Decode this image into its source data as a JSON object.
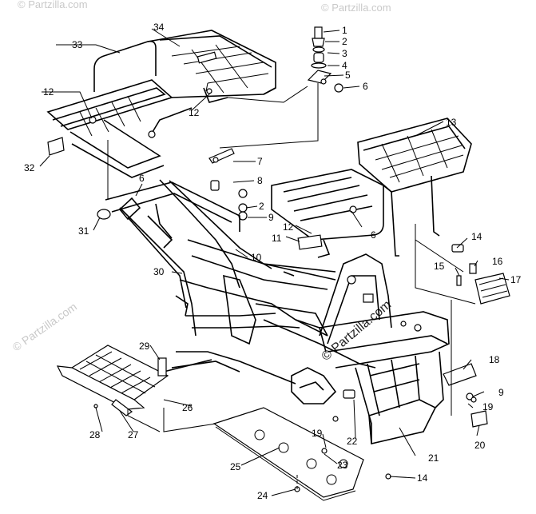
{
  "watermark": {
    "text": "© Partzilla.com",
    "center_text": "© Partzilla.com"
  },
  "callouts": [
    {
      "id": "1",
      "label": "1"
    },
    {
      "id": "2a",
      "label": "2"
    },
    {
      "id": "3",
      "label": "3"
    },
    {
      "id": "4",
      "label": "4"
    },
    {
      "id": "5",
      "label": "5"
    },
    {
      "id": "6a",
      "label": "6"
    },
    {
      "id": "7",
      "label": "7"
    },
    {
      "id": "8",
      "label": "8"
    },
    {
      "id": "2b",
      "label": "2"
    },
    {
      "id": "9a",
      "label": "9"
    },
    {
      "id": "6b",
      "label": "6"
    },
    {
      "id": "6c",
      "label": "6"
    },
    {
      "id": "10",
      "label": "10"
    },
    {
      "id": "11",
      "label": "11"
    },
    {
      "id": "12a",
      "label": "12"
    },
    {
      "id": "12b",
      "label": "12"
    },
    {
      "id": "12c",
      "label": "12"
    },
    {
      "id": "13",
      "label": "13"
    },
    {
      "id": "14a",
      "label": "14"
    },
    {
      "id": "14b",
      "label": "14"
    },
    {
      "id": "15",
      "label": "15"
    },
    {
      "id": "16",
      "label": "16"
    },
    {
      "id": "17",
      "label": "17"
    },
    {
      "id": "18",
      "label": "18"
    },
    {
      "id": "9b",
      "label": "9"
    },
    {
      "id": "19a",
      "label": "19"
    },
    {
      "id": "19b",
      "label": "19"
    },
    {
      "id": "20",
      "label": "20"
    },
    {
      "id": "21",
      "label": "21"
    },
    {
      "id": "22",
      "label": "22"
    },
    {
      "id": "23",
      "label": "23"
    },
    {
      "id": "24",
      "label": "24"
    },
    {
      "id": "25",
      "label": "25"
    },
    {
      "id": "26",
      "label": "26"
    },
    {
      "id": "27",
      "label": "27"
    },
    {
      "id": "28",
      "label": "28"
    },
    {
      "id": "29",
      "label": "29"
    },
    {
      "id": "30",
      "label": "30"
    },
    {
      "id": "31",
      "label": "31"
    },
    {
      "id": "32",
      "label": "32"
    },
    {
      "id": "33",
      "label": "33"
    },
    {
      "id": "34",
      "label": "34"
    }
  ]
}
